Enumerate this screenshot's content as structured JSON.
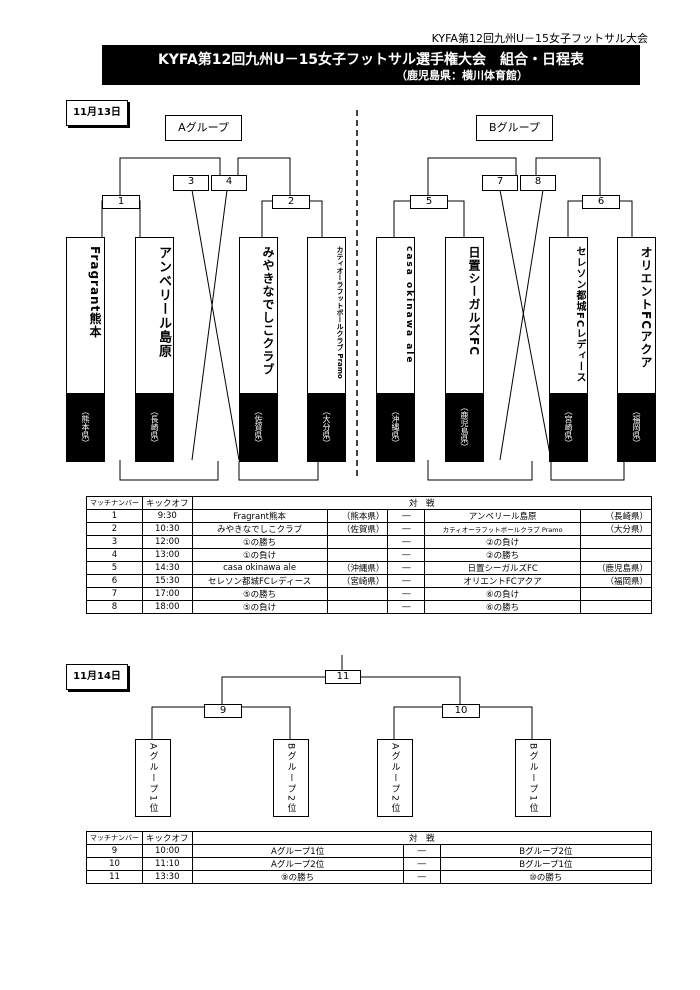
{
  "header_tag": "KYFA第12回九州U－15女子フットサル大会",
  "title": "KYFA第12回九州U－15女子フットサル選手権大会　組合・日程表",
  "venue": "（鹿児島県：横川体育館）",
  "day1": {
    "date": "11月13日",
    "group_a": "Aグループ",
    "group_b": "Bグループ",
    "match_numbers": [
      "1",
      "2",
      "3",
      "4",
      "5",
      "6",
      "7",
      "8"
    ],
    "teams": [
      {
        "name": "Fragrant熊本",
        "pref": "（熊本県）"
      },
      {
        "name": "アンベリール島原",
        "pref": "（長崎県）"
      },
      {
        "name": "みやきなでしこクラブ",
        "pref": "（佐賀県）"
      },
      {
        "name": "カティオーラフットボールクラブ Pramo",
        "pref": "（大分県）"
      },
      {
        "name": "casa okinawa ale",
        "pref": "（沖縄県）"
      },
      {
        "name": "日置シーガルズFC",
        "pref": "（鹿児島県）"
      },
      {
        "name": "セレソン都城FCレディース",
        "pref": "（宮崎県）"
      },
      {
        "name": "オリエントFCアクア",
        "pref": "（福岡県）"
      }
    ],
    "table": {
      "headers": [
        "マッチナンバー",
        "キックオフ",
        "対　戦"
      ],
      "rows": [
        [
          "1",
          "9:30",
          "Fragrant熊本",
          "（熊本県）",
          "―",
          "アンベリール島原",
          "（長崎県）"
        ],
        [
          "2",
          "10:30",
          "みやきなでしこクラブ",
          "（佐賀県）",
          "―",
          "カティオーラフットボールクラブ Pramo",
          "（大分県）"
        ],
        [
          "3",
          "12:00",
          "①の勝ち",
          "",
          "―",
          "②の負け",
          ""
        ],
        [
          "4",
          "13:00",
          "①の負け",
          "",
          "―",
          "②の勝ち",
          ""
        ],
        [
          "5",
          "14:30",
          "casa okinawa ale",
          "（沖縄県）",
          "―",
          "日置シーガルズFC",
          "（鹿児島県）"
        ],
        [
          "6",
          "15:30",
          "セレソン都城FCレディース",
          "（宮崎県）",
          "―",
          "オリエントFCアクア",
          "（福岡県）"
        ],
        [
          "7",
          "17:00",
          "⑤の勝ち",
          "",
          "―",
          "⑥の負け",
          ""
        ],
        [
          "8",
          "18:00",
          "⑤の負け",
          "",
          "―",
          "⑥の勝ち",
          ""
        ]
      ]
    }
  },
  "day2": {
    "date": "11月14日",
    "match_numbers": [
      "9",
      "10",
      "11"
    ],
    "teams": [
      "Aグループ1位",
      "Bグループ2位",
      "Aグループ2位",
      "Bグループ1位"
    ],
    "table": {
      "headers": [
        "マッチナンバー",
        "キックオフ",
        "対　戦"
      ],
      "rows": [
        [
          "9",
          "10:00",
          "Aグループ1位",
          "―",
          "Bグループ2位"
        ],
        [
          "10",
          "11:10",
          "Aグループ2位",
          "―",
          "Bグループ1位"
        ],
        [
          "11",
          "13:30",
          "⑨の勝ち",
          "―",
          "⑩の勝ち"
        ]
      ]
    }
  }
}
